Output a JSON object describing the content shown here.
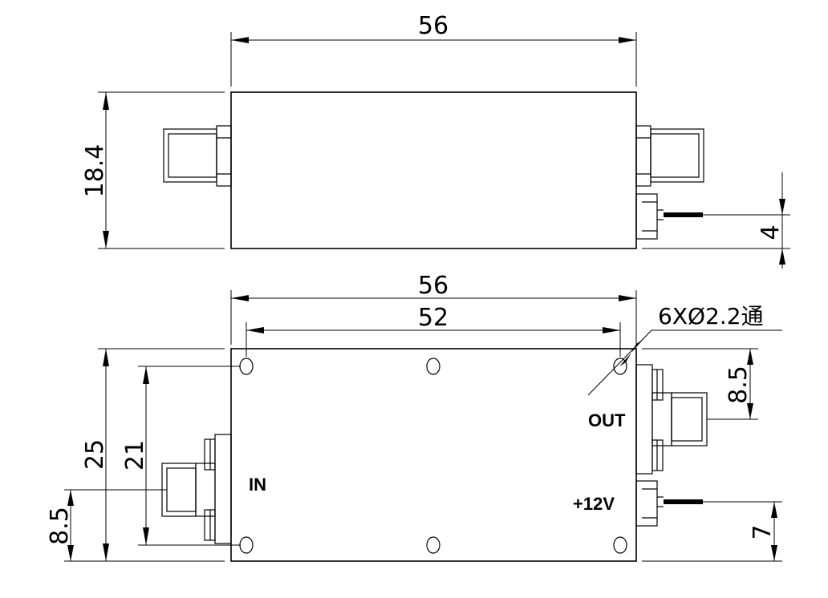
{
  "top_view": {
    "dims": {
      "width": "56",
      "height": "18.4",
      "cable_offset": "4"
    }
  },
  "bottom_view": {
    "dims": {
      "width_total": "56",
      "hole_spacing_x": "52",
      "holes_note": "6XØ2.2通",
      "height_total": "25",
      "hole_spacing_y": "21",
      "in_offset": "8.5",
      "out_offset": "8.5",
      "power_offset": "7"
    },
    "labels": {
      "in": "IN",
      "out": "OUT",
      "power": "+12V"
    }
  }
}
